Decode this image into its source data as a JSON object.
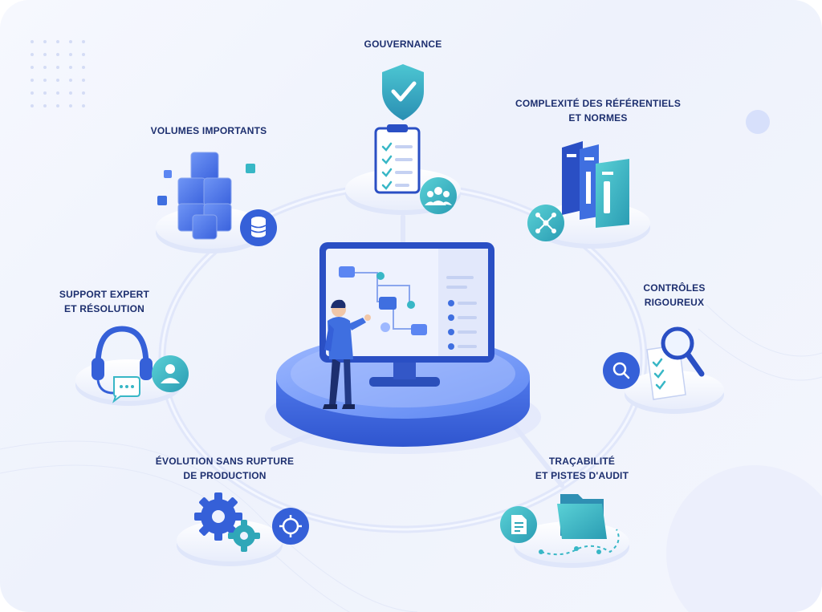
{
  "nodes": {
    "gouvernance": {
      "lines": [
        "GOUVERNANCE"
      ],
      "icon": "shield-check-icon"
    },
    "complexite": {
      "lines": [
        "COMPLEXITÉ DES RÉFÉRENTIELS",
        "ET NORMES"
      ],
      "icon": "binders-icon"
    },
    "controles": {
      "lines": [
        "CONTRÔLES",
        "RIGOUREUX"
      ],
      "icon": "magnifier-icon"
    },
    "tracabilite": {
      "lines": [
        "TRAÇABILITÉ",
        "ET PISTES D'AUDIT"
      ],
      "icon": "folder-icon"
    },
    "evolution": {
      "lines": [
        "ÉVOLUTION SANS RUPTURE",
        "DE PRODUCTION"
      ],
      "icon": "gears-icon"
    },
    "support": {
      "lines": [
        "SUPPORT EXPERT",
        "ET RÉSOLUTION"
      ],
      "icon": "headset-icon"
    },
    "volumes": {
      "lines": [
        "VOLUMES IMPORTANTS"
      ],
      "icon": "cubes-icon"
    }
  },
  "colors": {
    "blue": "#3f6fe0",
    "blue_dark": "#2a4fc4",
    "teal": "#2fa7b8",
    "navy": "#1d2f6f",
    "ring": "#e3e9fb"
  }
}
